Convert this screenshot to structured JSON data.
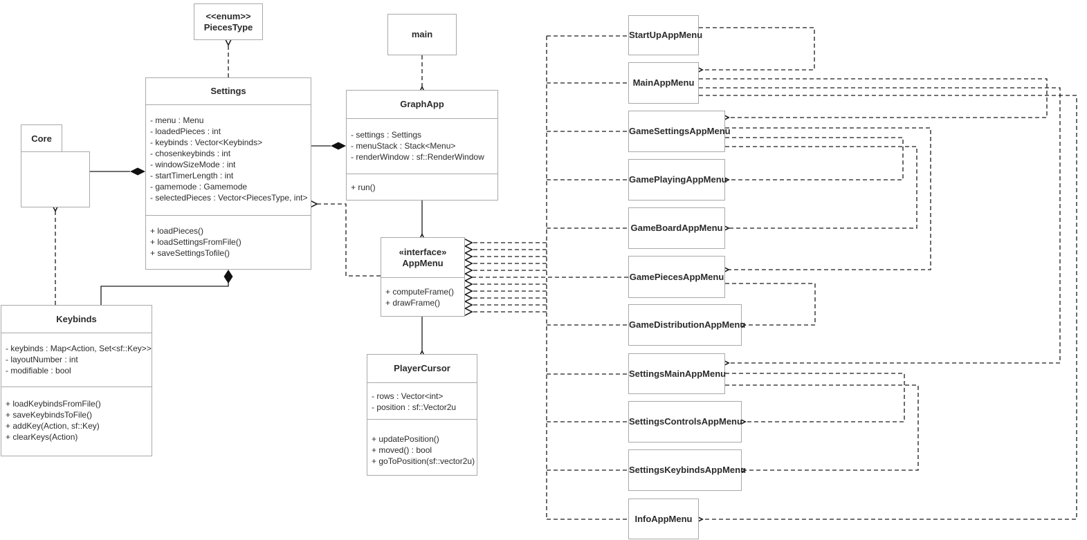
{
  "diagram": {
    "colors": {
      "background": "#ffffff",
      "box_border": "#a8a8a8",
      "line": "#1a1a1a",
      "text": "#2b2b2b"
    },
    "package": {
      "name": "Core"
    },
    "enum_class": {
      "stereotype": "<<enum>>",
      "name": "PiecesType"
    },
    "main_class": {
      "name": "main"
    },
    "settings": {
      "name": "Settings",
      "attributes": [
        "- menu : Menu",
        "- loadedPieces : int",
        "- keybinds : Vector<Keybinds>",
        "- chosenkeybinds : int",
        "- windowSizeMode : int",
        "- startTimerLength : int",
        "- gamemode : Gamemode",
        "- selectedPieces : Vector<PiecesType, int>"
      ],
      "methods": [
        "+ loadPieces()",
        "+ loadSettingsFromFile()",
        "+ saveSettingsTofile()"
      ]
    },
    "keybinds": {
      "name": "Keybinds",
      "attributes": [
        "- keybinds : Map<Action, Set<sf::Key>>",
        "- layoutNumber : int",
        "- modifiable : bool"
      ],
      "methods": [
        "+ loadKeybindsFromFile()",
        "+ saveKeybindsToFile()",
        "+ addKey(Action, sf::Key)",
        "+ clearKeys(Action)"
      ]
    },
    "graphapp": {
      "name": "GraphApp",
      "attributes": [
        "- settings : Settings",
        "- menuStack : Stack<Menu>",
        "- renderWindow : sf::RenderWindow"
      ],
      "methods": [
        "+ run()"
      ]
    },
    "appmenu": {
      "stereotype": "«interface»",
      "name": "AppMenu",
      "methods": [
        "+ computeFrame()",
        "+ drawFrame()"
      ]
    },
    "playercursor": {
      "name": "PlayerCursor",
      "attributes": [
        "- rows : Vector<int>",
        "- position : sf::Vector2u"
      ],
      "methods": [
        "+ updatePosition()",
        "+ moved() : bool",
        "+ goToPosition(sf::vector2u)"
      ]
    },
    "menus": [
      {
        "name": "StartUpAppMenu"
      },
      {
        "name": "MainAppMenu"
      },
      {
        "name": "GameSettingsAppMenu"
      },
      {
        "name": "GamePlayingAppMenu"
      },
      {
        "name": "GameBoardAppMenu"
      },
      {
        "name": "GamePiecesAppMenu"
      },
      {
        "name": "GameDistributionAppMenu"
      },
      {
        "name": "SettingsMainAppMenu"
      },
      {
        "name": "SettingsControlsAppMenu"
      },
      {
        "name": "SettingsKeybindsAppMenu"
      },
      {
        "name": "InfoAppMenu"
      }
    ]
  }
}
